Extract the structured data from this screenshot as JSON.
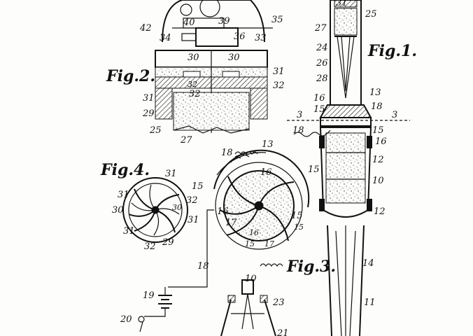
{
  "figures": {
    "fig1": "Fig.1.",
    "fig2": "Fig.2.",
    "fig3": "Fig.3.",
    "fig4": "Fig.4."
  },
  "labels": {
    "f1": [
      "31",
      "25",
      "27",
      "24",
      "26",
      "28",
      "13",
      "16",
      "15",
      "18",
      "3",
      "3",
      "18",
      "15",
      "16",
      "12",
      "10",
      "12",
      "14",
      "11"
    ],
    "f2": [
      "42",
      "40",
      "39",
      "35",
      "34",
      "36",
      "33",
      "30",
      "30",
      "31",
      "32",
      "32",
      "31",
      "32",
      "29",
      "25",
      "27"
    ],
    "f3": [
      "18",
      "13",
      "16",
      "15",
      "15",
      "16",
      "17",
      "15",
      "15",
      "16",
      "15",
      "17",
      "18"
    ],
    "f4": [
      "31",
      "31",
      "32",
      "30",
      "30",
      "31",
      "31",
      "32",
      "29"
    ],
    "f5": [
      "19",
      "20",
      "10",
      "23",
      "21"
    ]
  },
  "colors": {
    "ink": "#111111",
    "paper": "#fdfdfb"
  }
}
